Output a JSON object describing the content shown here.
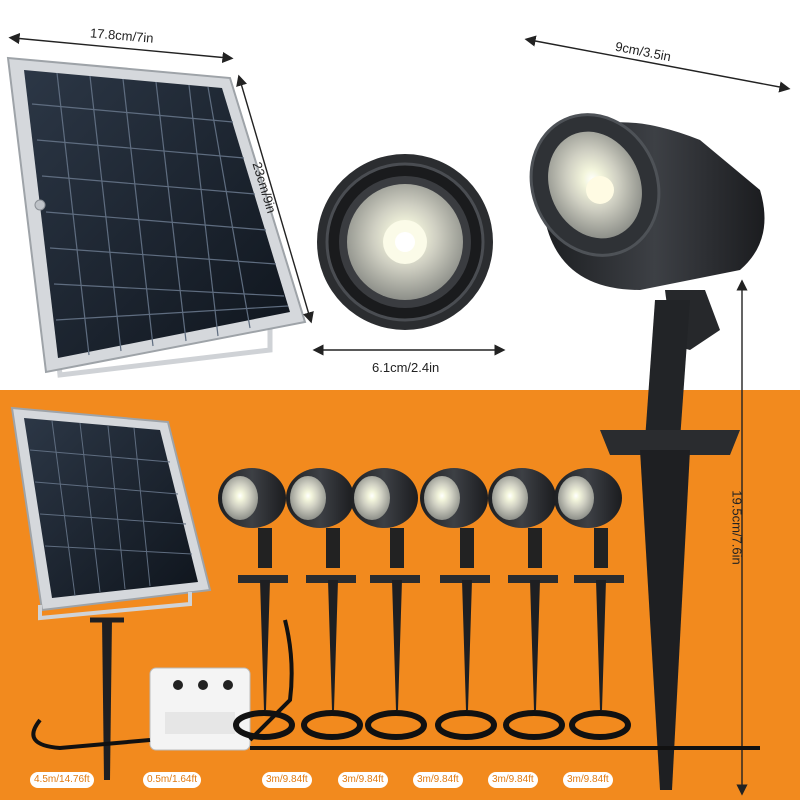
{
  "dimensions": {
    "panel_width": "17.8cm/7in",
    "panel_height": "23cm/9in",
    "lens_diameter": "6.1cm/2.4in",
    "light_length": "9cm/3.5in",
    "light_height": "19.5cm/7.6in"
  },
  "cables": [
    "4.5m/14.76ft",
    "0.5m/1.64ft",
    "3m/9.84ft",
    "3m/9.84ft",
    "3m/9.84ft",
    "3m/9.84ft",
    "3m/9.84ft"
  ],
  "colors": {
    "accent": "#f28a1e",
    "panel_cell": "#1c2430",
    "frame": "#c9ccd0",
    "light_body": "#2a2c2f"
  }
}
